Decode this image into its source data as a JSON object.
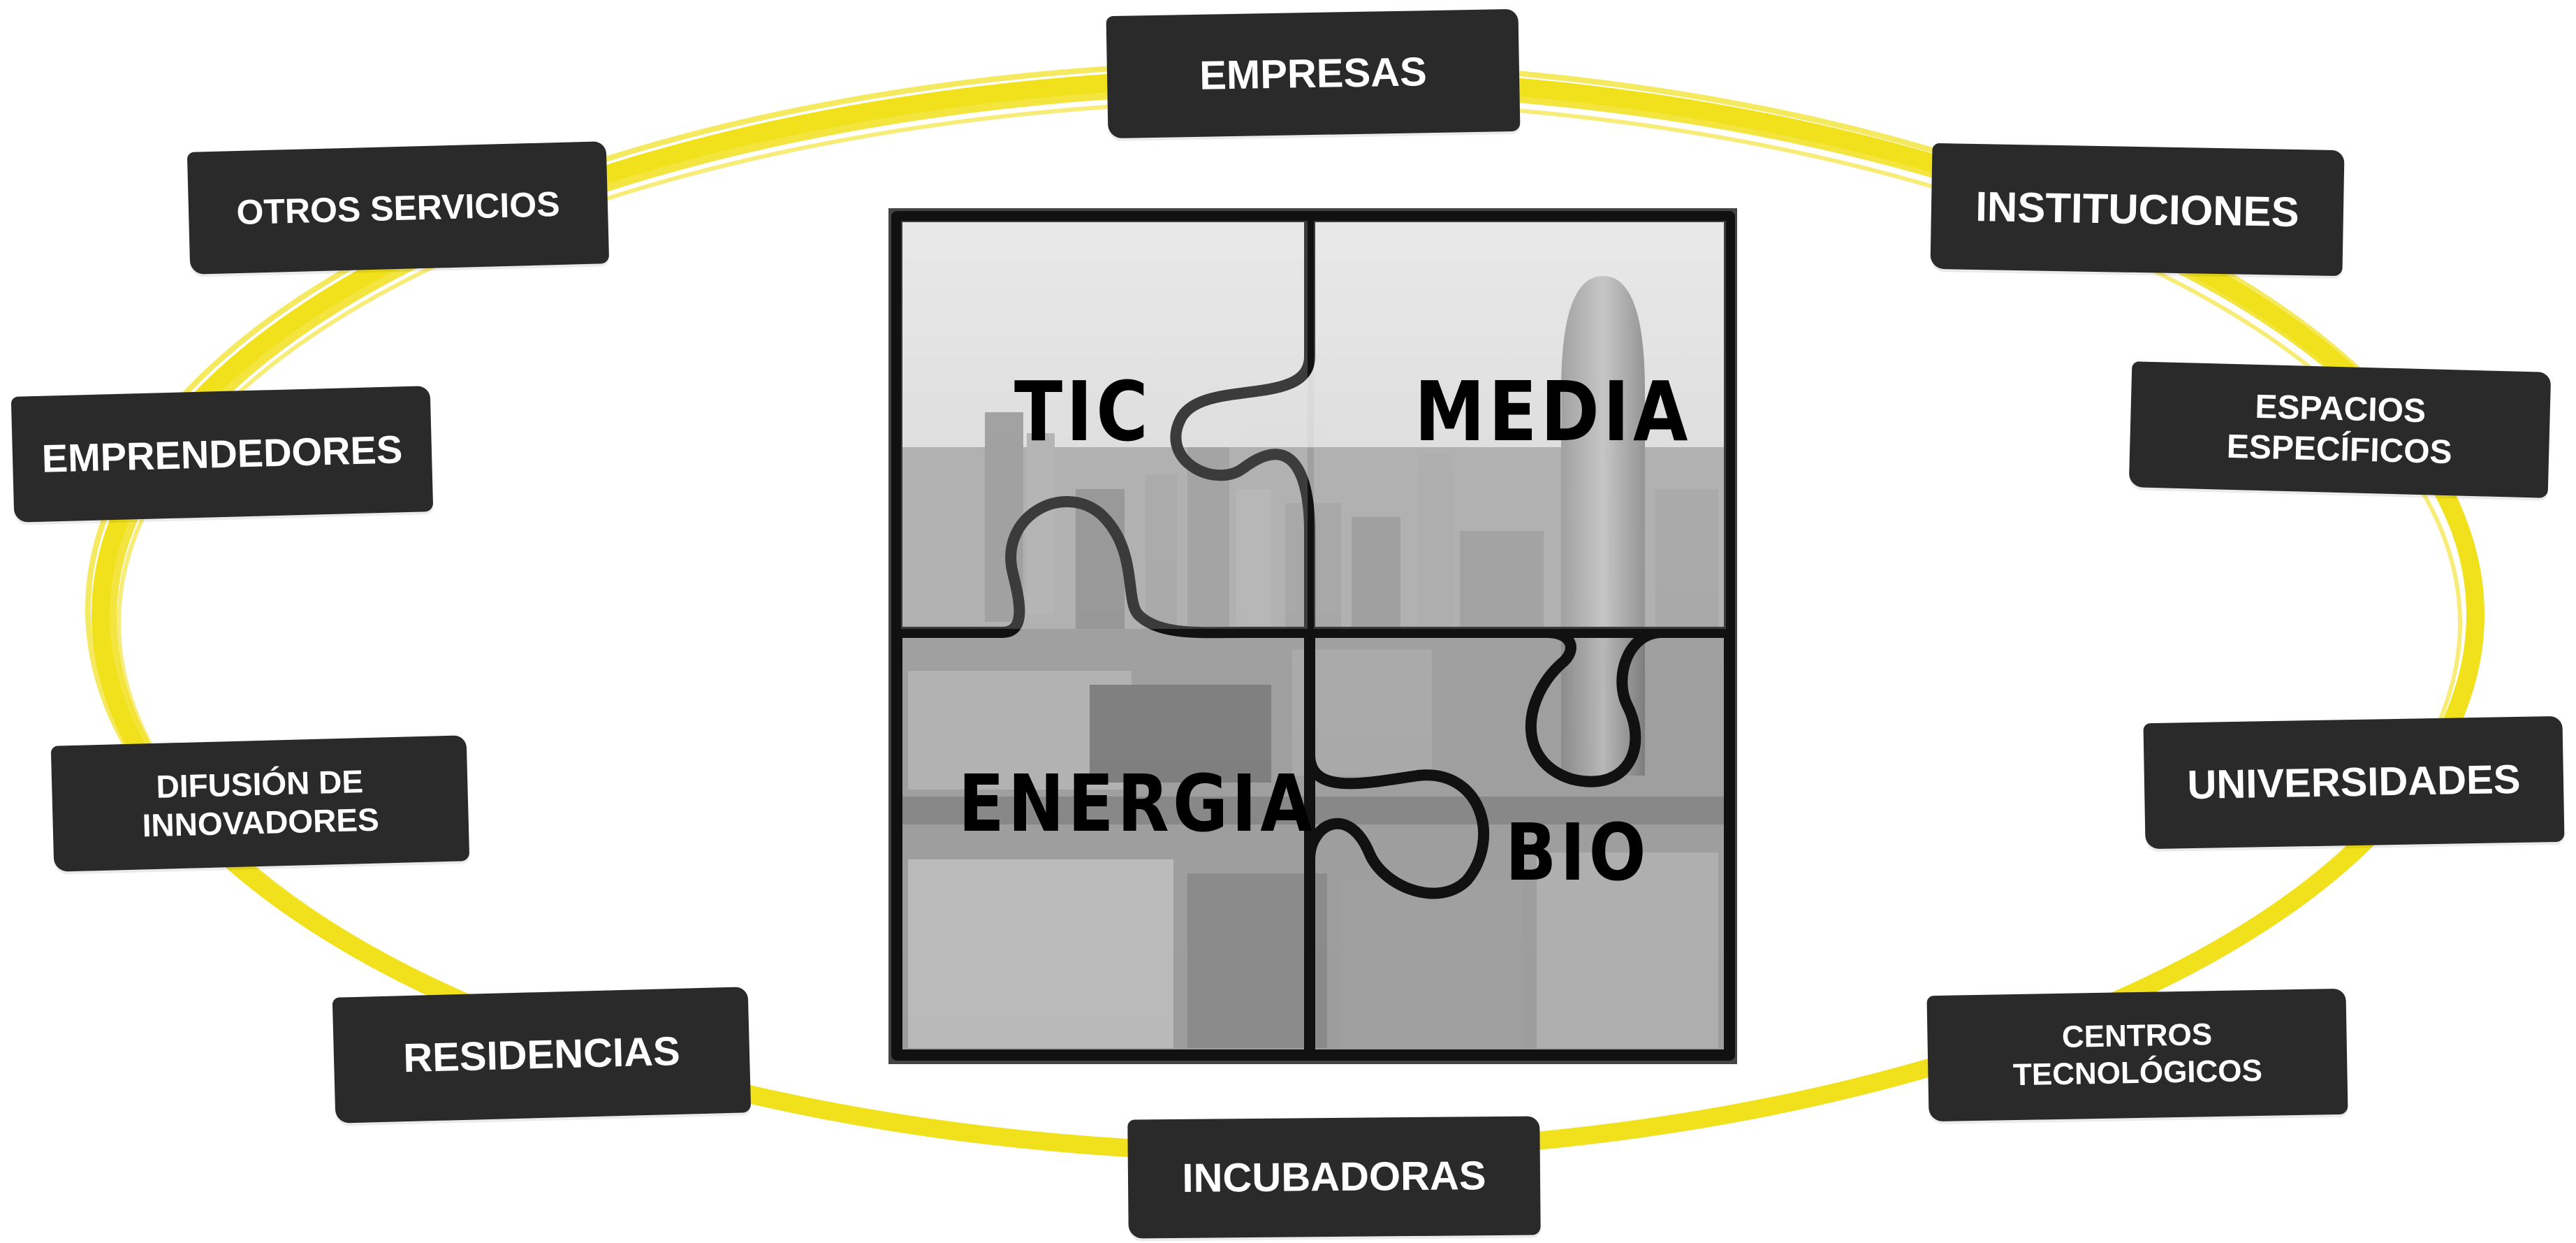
{
  "diagram": {
    "center_quadrants": [
      "TIC",
      "MEDIA",
      "ENERGIA",
      "BIO"
    ],
    "labels": {
      "empresas": "EMPRESAS",
      "otros_servicios": "OTROS SERVICIOS",
      "instituciones": "INSTITUCIONES",
      "emprendedores": "EMPRENDEDORES",
      "espacios_line1": "ESPACIOS",
      "espacios_line2": "ESPECÍFICOS",
      "difusion_line1": "DIFUSIÓN DE",
      "difusion_line2": "INNOVADORES",
      "universidades": "UNIVERSIDADES",
      "residencias": "RESIDENCIAS",
      "centros_line1": "CENTROS",
      "centros_line2": "TECNOLÓGICOS",
      "incubadoras": "INCUBADORAS"
    },
    "colors": {
      "ring": "#f1e01c",
      "label_bg": "#2a2a2a",
      "label_text": "#ffffff",
      "puzzle_line": "#111111",
      "photo_tone": "#9a9a9a"
    }
  }
}
